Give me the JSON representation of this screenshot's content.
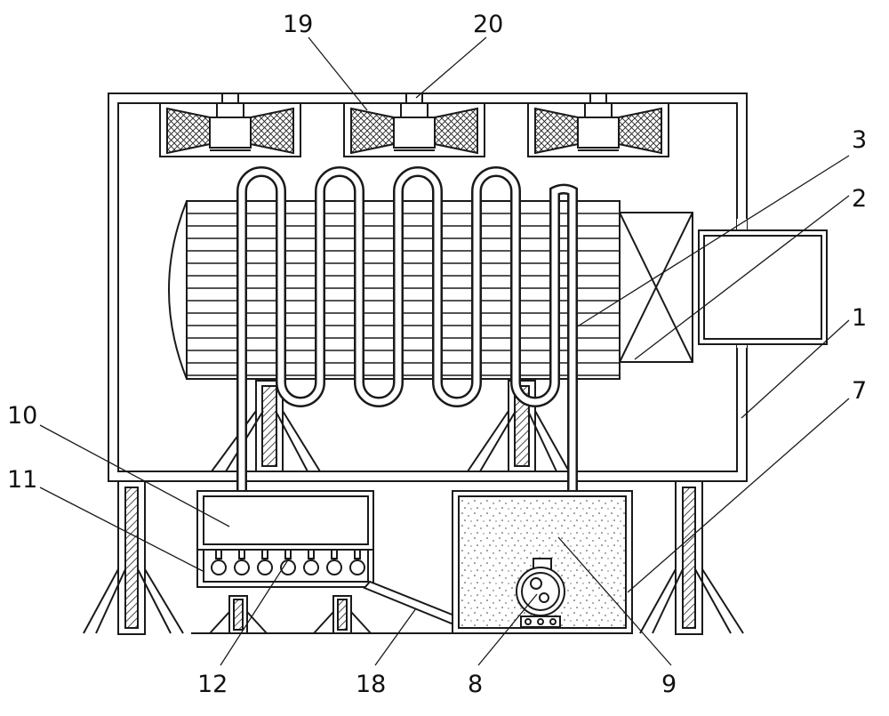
{
  "labels": {
    "l1": "1",
    "l2": "2",
    "l3": "3",
    "l7": "7",
    "l8": "8",
    "l9": "9",
    "l10": "10",
    "l11": "11",
    "l12": "12",
    "l18": "18",
    "l19": "19",
    "l20": "20"
  },
  "colors": {
    "line": "#1a1a1a",
    "fill": "#ffffff"
  }
}
